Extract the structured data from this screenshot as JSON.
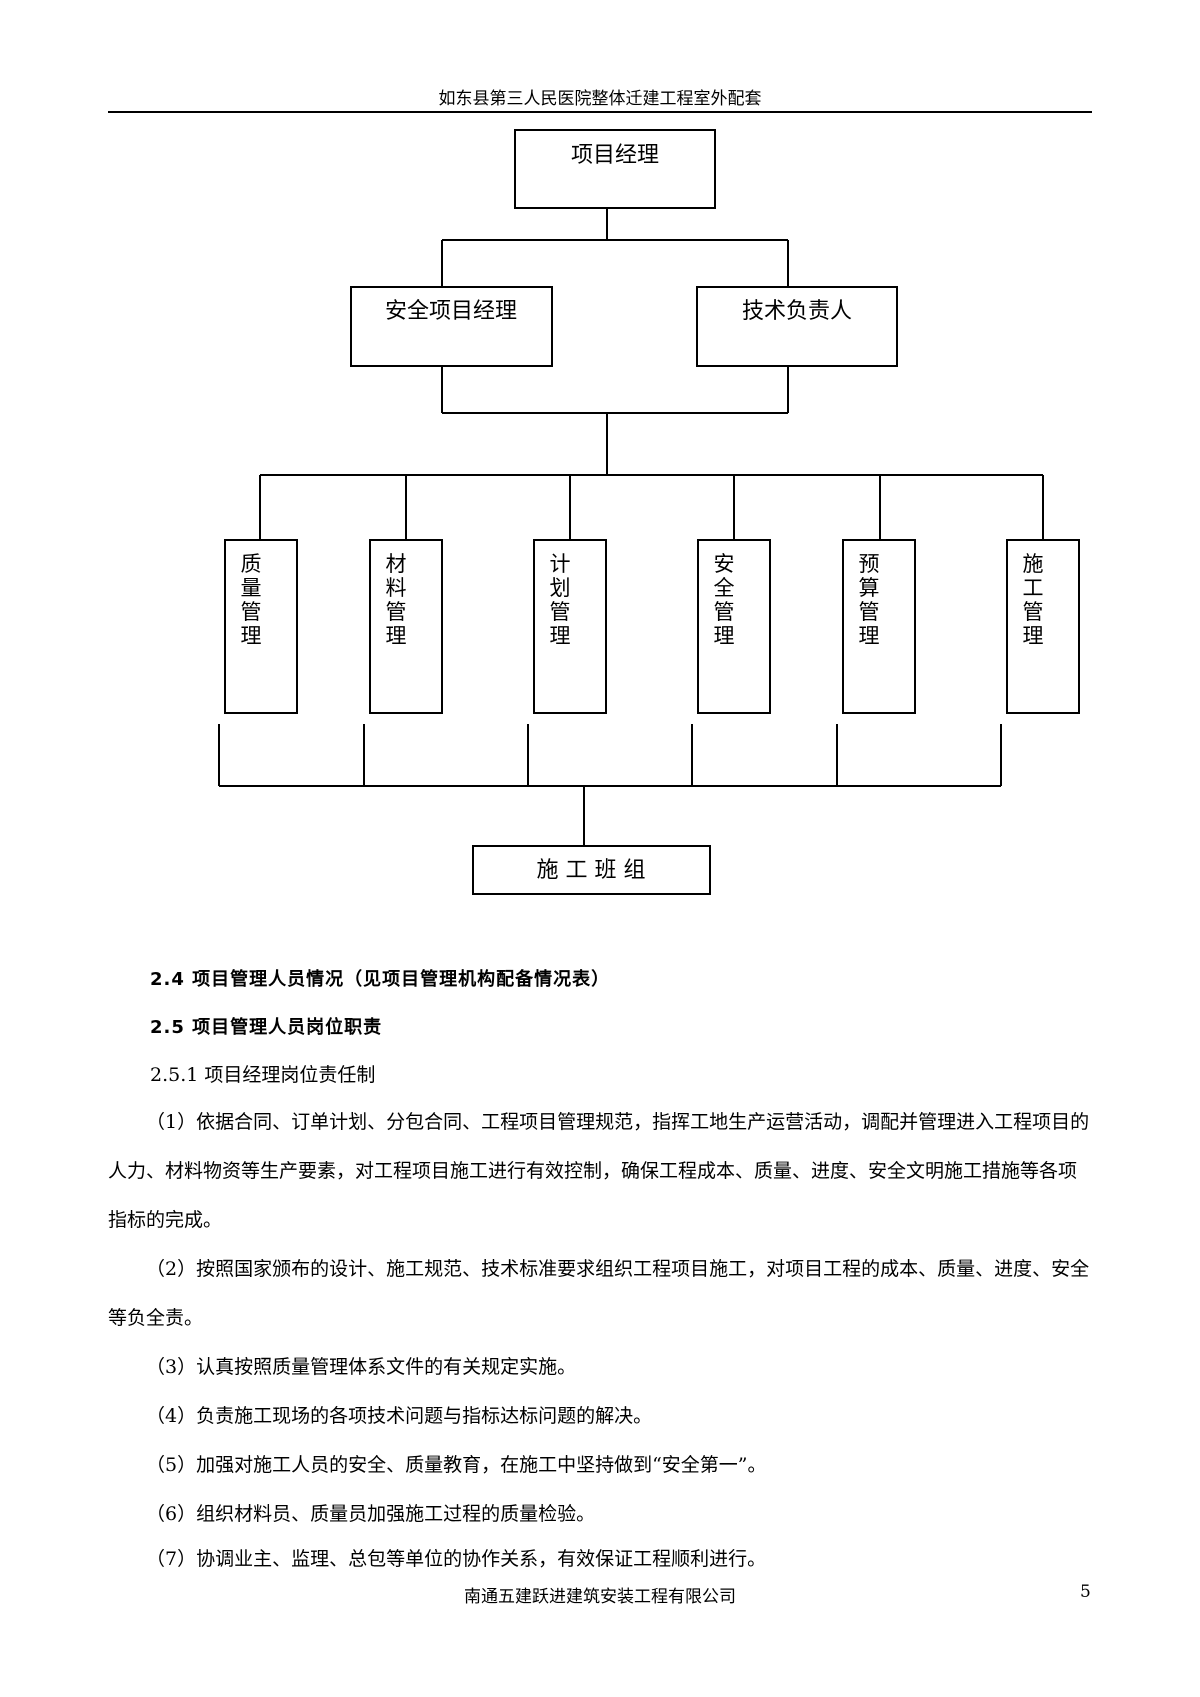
{
  "header": {
    "title": "如东县第三人民医院整体迁建工程室外配套"
  },
  "org_chart": {
    "top": "项目经理",
    "second_level": [
      "安全项目经理",
      "技术负责人"
    ],
    "departments": [
      [
        "质",
        "量",
        "管",
        "理"
      ],
      [
        "材",
        "料",
        "管",
        "理"
      ],
      [
        "计",
        "划",
        "管",
        "理"
      ],
      [
        "安",
        "全",
        "管",
        "理"
      ],
      [
        "预",
        "算",
        "管",
        "理"
      ],
      [
        "施",
        "工",
        "管",
        "理"
      ]
    ],
    "bottom": "施 工 班 组"
  },
  "sections": {
    "s24": "2.4  项目管理人员情况（见项目管理机构配备情况表）",
    "s25": "2.5  项目管理人员岗位职责",
    "s251": "2.5.1 项目经理岗位责任制"
  },
  "paragraphs": {
    "p1": "（1）依据合同、订单计划、分包合同、工程项目管理规范，指挥工地生产运营活动，调配并管理进入工程项目的人力、材料物资等生产要素，对工程项目施工进行有效控制，确保工程成本、质量、进度、安全文明施工措施等各项指标的完成。",
    "p2": "（2）按照国家颁布的设计、施工规范、技术标准要求组织工程项目施工，对项目工程的成本、质量、进度、安全等负全责。",
    "p3": "（3）认真按照质量管理体系文件的有关规定实施。",
    "p4": "（4）负责施工现场的各项技术问题与指标达标问题的解决。",
    "p5": "（5）加强对施工人员的安全、质量教育，在施工中坚持做到“安全第一”。",
    "p6": "（6）组织材料员、质量员加强施工过程的质量检验。",
    "p7": "（7）协调业主、监理、总包等单位的协作关系，有效保证工程顺利进行。"
  },
  "footer": {
    "company": "南通五建跃进建筑安装工程有限公司",
    "page": "5"
  }
}
